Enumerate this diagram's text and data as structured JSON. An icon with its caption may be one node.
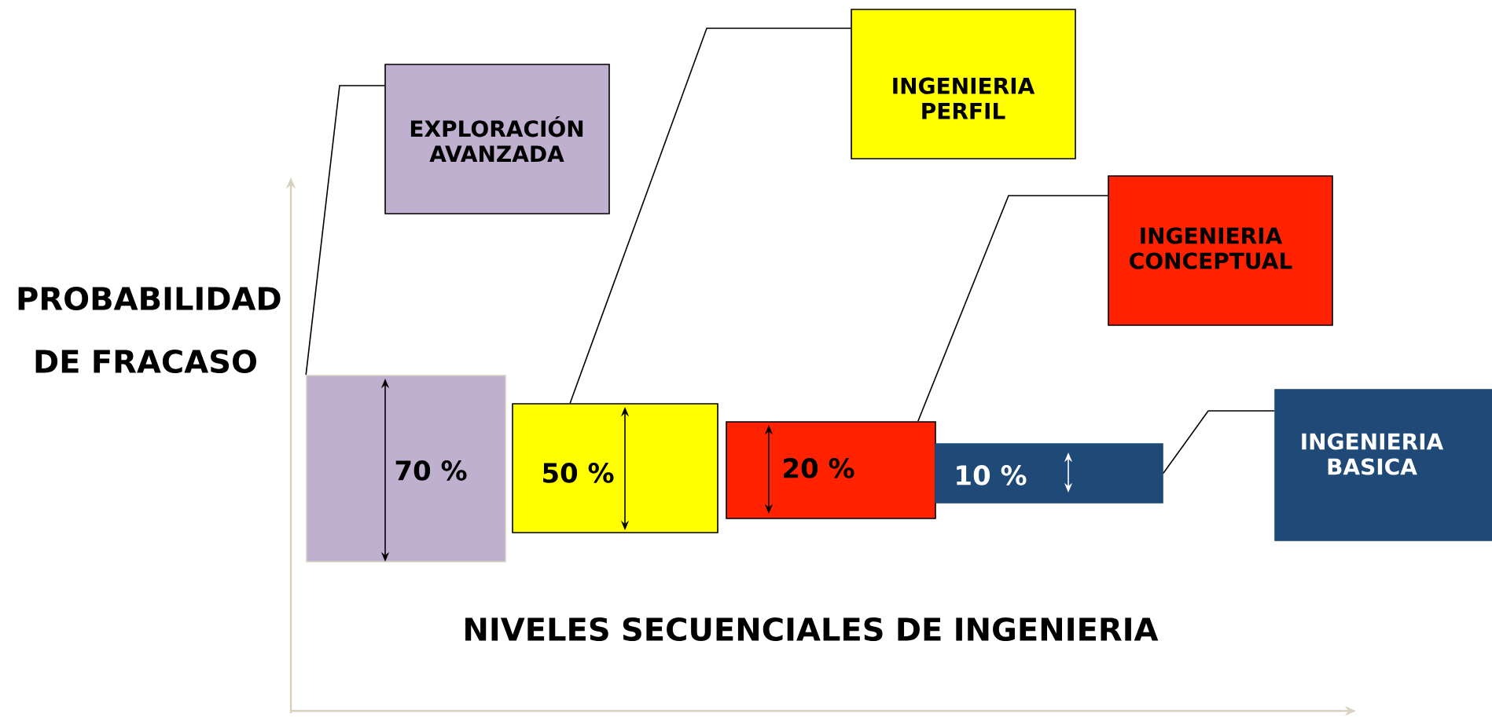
{
  "diagram": {
    "nodes": [
      {
        "text": [
          "EXPLORACIÓN AVANZADA"
        ]
      },
      {
        "text": [
          "INGENIERIA PERFIL"
        ]
      },
      {
        "text": [
          "INGENIERIA CONCEPTUAL"
        ]
      },
      {
        "text": [
          "INGENIERIA BASICA"
        ]
      },
      {
        "text": [
          "70 %"
        ]
      },
      {
        "text": [
          "50 %"
        ]
      },
      {
        "text": [
          "20 %"
        ]
      },
      {
        "text": [
          "10 %"
        ]
      }
    ],
    "edges": [
      {
        "from": 0,
        "to": 4,
        "arrow": "none"
      },
      {
        "from": 1,
        "to": 5,
        "arrow": "none"
      },
      {
        "from": 2,
        "to": 6,
        "arrow": "none"
      },
      {
        "from": 3,
        "to": 7,
        "arrow": "none"
      }
    ],
    "labels": [
      "PROBABILIDAD DE FRACASO",
      "NIVELES SECUENCIALES DE INGENIERIA"
    ]
  }
}
